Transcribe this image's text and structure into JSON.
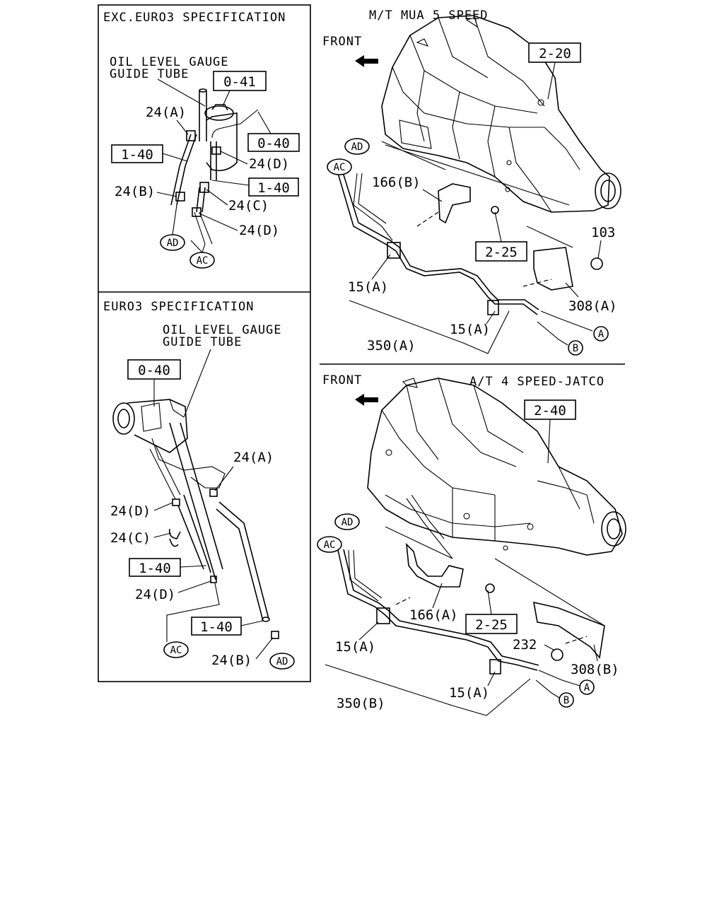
{
  "panels": {
    "exc_euro3": {
      "title": "EXC.EURO3 SPECIFICATION",
      "tube_label": [
        "OIL LEVEL GAUGE",
        "GUIDE TUBE"
      ],
      "boxes": [
        "0-41",
        "0-40",
        "1-40",
        "1-40"
      ],
      "labels": [
        "24(A)",
        "24(D)",
        "24(B)",
        "24(C)",
        "24(D)"
      ],
      "circles": [
        "AD",
        "AC"
      ]
    },
    "euro3": {
      "title": "EURO3 SPECIFICATION",
      "tube_label": [
        "OIL LEVEL GAUGE",
        "GUIDE TUBE"
      ],
      "boxes": [
        "0-40",
        "1-40",
        "1-40"
      ],
      "labels": [
        "24(A)",
        "24(D)",
        "24(C)",
        "24(D)",
        "24(B)"
      ],
      "circles": [
        "AC",
        "AD"
      ]
    },
    "mt": {
      "title": "M/T MUA 5 SPEED",
      "front": "FRONT",
      "boxes": [
        "2-20",
        "2-25"
      ],
      "labels": [
        "166(B)",
        "103",
        "15(A)",
        "308(A)",
        "15(A)",
        "350(A)"
      ],
      "circles": [
        "AD",
        "AC",
        "A",
        "B"
      ]
    },
    "at": {
      "title": "A/T 4 SPEED-JATCO",
      "front": "FRONT",
      "boxes": [
        "2-40",
        "2-25"
      ],
      "labels": [
        "166(A)",
        "15(A)",
        "232",
        "308(B)",
        "15(A)",
        "350(B)"
      ],
      "circles": [
        "AD",
        "AC",
        "A",
        "B"
      ]
    }
  }
}
